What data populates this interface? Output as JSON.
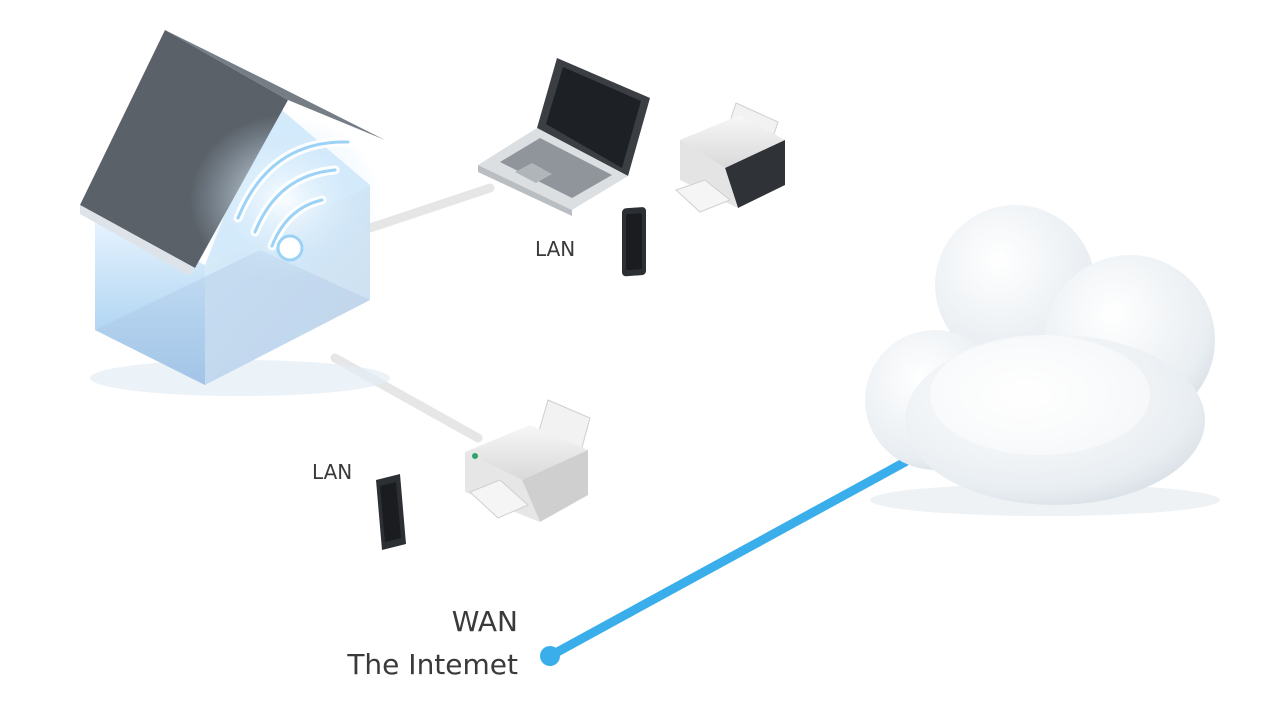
{
  "labels": {
    "lan_top": "LAN",
    "lan_bottom": "LAN",
    "wan": "WAN",
    "internet": "The Intemet"
  },
  "icons": {
    "house": "house-wifi-icon",
    "laptop": "laptop-icon",
    "printer_top": "printer-icon",
    "printer_bottom": "printer-icon",
    "phone_top": "smartphone-icon",
    "phone_bottom": "smartphone-icon",
    "cloud": "cloud-icon"
  },
  "colors": {
    "wan_link": "#3aaeea",
    "lan_link": "#e6e6e6",
    "roof": "#5b6168",
    "house_glow": "#9fd2f5"
  }
}
